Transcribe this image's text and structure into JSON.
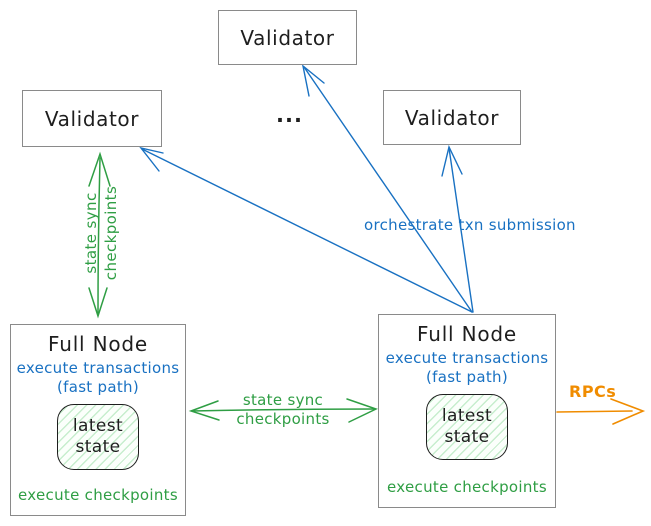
{
  "colors": {
    "green": "#2f9e44",
    "blue": "#1971c2",
    "orange": "#f08c00",
    "box_border": "#8a8a8a",
    "text": "#1e1e1e"
  },
  "validators": {
    "top": {
      "label": "Validator"
    },
    "left": {
      "label": "Validator"
    },
    "right": {
      "label": "Validator"
    }
  },
  "ellipsis": "...",
  "full_node_left": {
    "title": "Full Node",
    "exec_line1": "execute transactions",
    "exec_line2": "(fast path)",
    "state_line1": "latest",
    "state_line2": "state",
    "checkpoints": "execute checkpoints"
  },
  "full_node_right": {
    "title": "Full Node",
    "exec_line1": "execute transactions",
    "exec_line2": "(fast path)",
    "state_line1": "latest",
    "state_line2": "state",
    "checkpoints": "execute checkpoints"
  },
  "labels": {
    "state_sync_vertical": {
      "line1": "state sync",
      "line2": "checkpoints"
    },
    "state_sync_horizontal": {
      "line1": "state sync",
      "line2": "checkpoints"
    },
    "orchestrate": "orchestrate txn submission",
    "rpcs": "RPCs"
  }
}
